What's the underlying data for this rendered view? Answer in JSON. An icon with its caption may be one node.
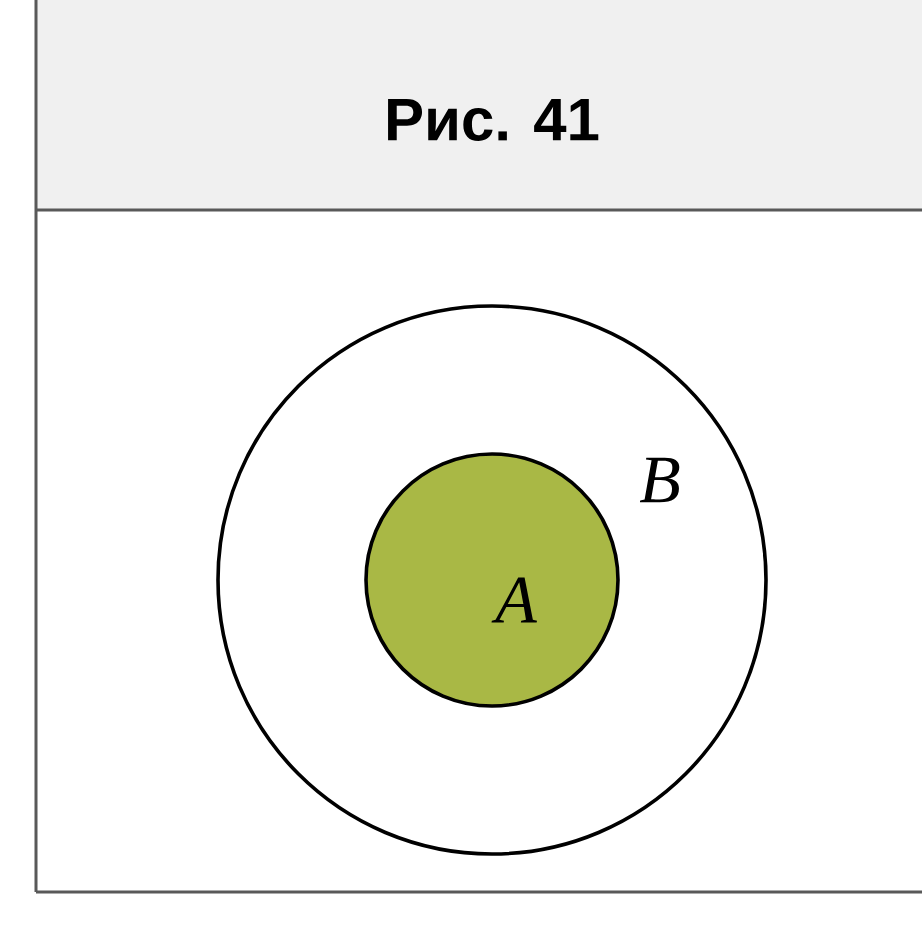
{
  "diagram": {
    "title": "Рис. 41",
    "nodes": [
      {
        "text": [
          "B"
        ]
      },
      {
        "text": [
          "A"
        ],
        "in": 0
      }
    ]
  }
}
